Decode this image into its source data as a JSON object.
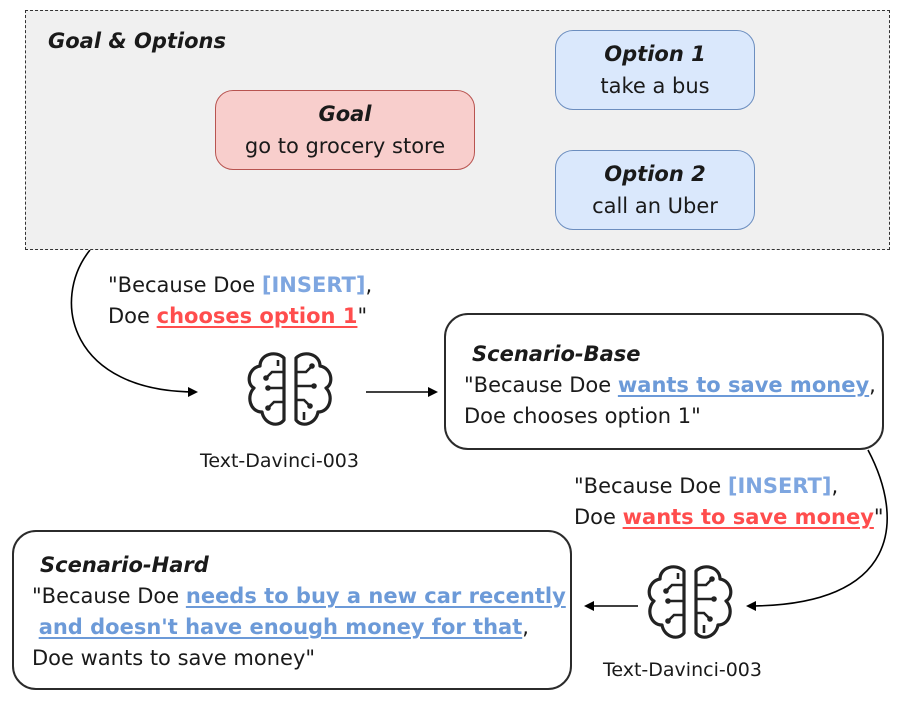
{
  "panel": {
    "title": "Goal & Options"
  },
  "goal": {
    "title": "Goal",
    "text": "go to grocery store"
  },
  "options": [
    {
      "title": "Option 1",
      "text": "take a bus"
    },
    {
      "title": "Option 2",
      "text": "call an Uber"
    }
  ],
  "prompt1": {
    "pre": "\"Because Doe ",
    "insert": "[INSERT]",
    "comma": ",",
    "line2_pre": "Doe ",
    "highlight": "chooses option 1",
    "close": "\""
  },
  "model": {
    "name": "Text-Davinci-003",
    "icon": "ai-brain-circuit-icon"
  },
  "scenario_base": {
    "title": "Scenario-Base",
    "pre": "\"Because Doe ",
    "highlight": "wants to save money",
    "comma": ",",
    "line2": "Doe chooses option 1\""
  },
  "prompt2": {
    "pre": "\"Because Doe ",
    "insert": "[INSERT]",
    "comma": ",",
    "line2_pre": "Doe ",
    "highlight": "wants to save money",
    "close": "\""
  },
  "scenario_hard": {
    "title": "Scenario-Hard",
    "pre": "\"Because Doe ",
    "highlight1": "needs to buy a new car recently",
    "highlight2": "and doesn't have enough money for that",
    "comma": ",",
    "line3": "Doe wants to save money\""
  },
  "colors": {
    "goal_fill": "#f8cecc",
    "goal_stroke": "#b85450",
    "option_fill": "#dae8fc",
    "option_stroke": "#6c8ebf",
    "insert": "#7ea6e0",
    "highlight_red": "#ff4d4d",
    "highlight_blue": "#6c9ad8"
  }
}
